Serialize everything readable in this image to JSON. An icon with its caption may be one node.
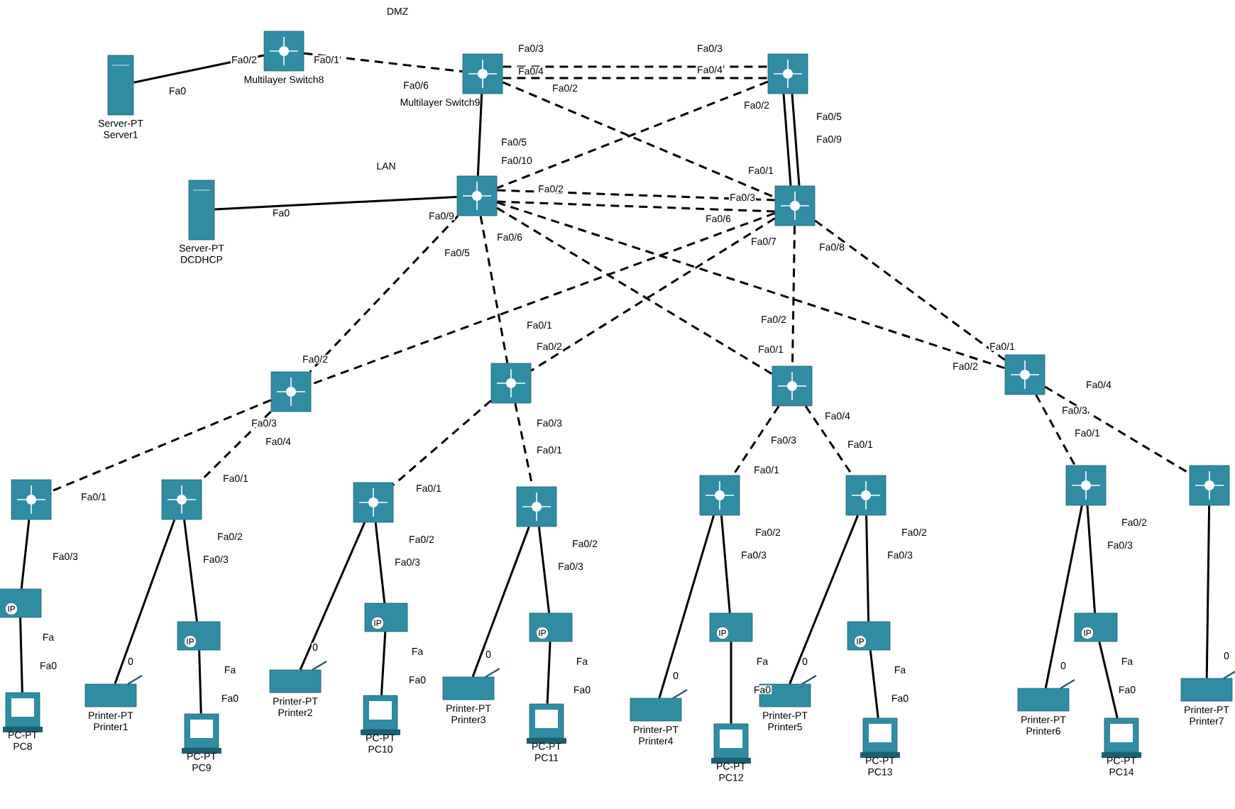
{
  "diagram": {
    "nodes": [
      {
        "text": [
          "Server-PT",
          "Server1"
        ]
      },
      {
        "text": [
          "Multilayer Switch8"
        ]
      },
      {
        "text": [
          "Multilayer Switch9"
        ]
      },
      {
        "text": [],
        "shape": "box"
      },
      {
        "text": [
          "Server-PT",
          "DCDHCP"
        ]
      },
      {
        "text": [],
        "shape": "box"
      },
      {
        "text": [],
        "shape": "box"
      },
      {
        "text": [],
        "shape": "box"
      },
      {
        "text": [],
        "shape": "box"
      },
      {
        "text": [],
        "shape": "box"
      },
      {
        "text": [],
        "shape": "box"
      },
      {
        "text": [],
        "shape": "box"
      },
      {
        "text": [],
        "shape": "box"
      },
      {
        "text": [],
        "shape": "box"
      },
      {
        "text": [],
        "shape": "box"
      },
      {
        "text": [],
        "shape": "box"
      },
      {
        "text": [],
        "shape": "box"
      },
      {
        "text": [],
        "shape": "box"
      },
      {
        "text": [],
        "shape": "box"
      },
      {
        "text": [
          "IP"
        ]
      },
      {
        "text": [
          "IP"
        ]
      },
      {
        "text": [
          "IP"
        ]
      },
      {
        "text": [
          "IP"
        ]
      },
      {
        "text": [
          "IP"
        ]
      },
      {
        "text": [
          "IP"
        ]
      },
      {
        "text": [
          "IP"
        ]
      },
      {
        "text": [
          "Printer-PT",
          "Printer1"
        ]
      },
      {
        "text": [
          "Printer-PT",
          "Printer2"
        ]
      },
      {
        "text": [
          "Printer-PT",
          "Printer3"
        ]
      },
      {
        "text": [
          "Printer-PT",
          "Printer4"
        ]
      },
      {
        "text": [
          "Printer-PT",
          "Printer5"
        ]
      },
      {
        "text": [
          "Printer-PT",
          "Printer6"
        ]
      },
      {
        "text": [
          "Printer-PT",
          "Printer7"
        ]
      },
      {
        "text": [
          "PC-PT",
          "PC8"
        ]
      },
      {
        "text": [
          "PC-PT",
          "PC9"
        ]
      },
      {
        "text": [
          "PC-PT",
          "PC10"
        ]
      },
      {
        "text": [
          "PC-PT",
          "PC11"
        ]
      },
      {
        "text": [
          "PC-PT",
          "PC12"
        ]
      },
      {
        "text": [
          "PC-PT",
          "PC13"
        ]
      },
      {
        "text": [
          "PC-PT",
          "PC14"
        ]
      }
    ],
    "edges": [
      {
        "from": 0,
        "to": 1,
        "arrow": "none"
      },
      {
        "from": 1,
        "to": 2,
        "arrow": "none",
        "style": "dashed"
      },
      {
        "from": 2,
        "to": 3,
        "arrow": "none",
        "style": "dashed"
      },
      {
        "from": 2,
        "to": 3,
        "arrow": "none",
        "style": "dashed"
      },
      {
        "from": 2,
        "to": 6,
        "arrow": "none",
        "style": "dashed"
      },
      {
        "from": 2,
        "to": 5,
        "arrow": "none"
      },
      {
        "from": 3,
        "to": 6,
        "arrow": "none"
      },
      {
        "from": 3,
        "to": 6,
        "arrow": "none"
      },
      {
        "from": 3,
        "to": 5,
        "arrow": "none",
        "style": "dashed"
      },
      {
        "from": 4,
        "to": 5,
        "arrow": "none"
      },
      {
        "from": 5,
        "to": 6,
        "arrow": "none",
        "style": "dashed"
      },
      {
        "from": 5,
        "to": 6,
        "arrow": "none",
        "style": "dashed"
      },
      {
        "from": 5,
        "to": 7,
        "arrow": "none",
        "style": "dashed"
      },
      {
        "from": 5,
        "to": 8,
        "arrow": "none",
        "style": "dashed"
      },
      {
        "from": 5,
        "to": 9,
        "arrow": "none",
        "style": "dashed"
      },
      {
        "from": 5,
        "to": 10,
        "arrow": "none",
        "style": "dashed"
      },
      {
        "from": 6,
        "to": 7,
        "arrow": "none",
        "style": "dashed"
      },
      {
        "from": 6,
        "to": 8,
        "arrow": "none",
        "style": "dashed"
      },
      {
        "from": 6,
        "to": 9,
        "arrow": "none",
        "style": "dashed"
      },
      {
        "from": 6,
        "to": 10,
        "arrow": "none",
        "style": "dashed"
      },
      {
        "from": 7,
        "to": 11,
        "arrow": "none",
        "style": "dashed"
      },
      {
        "from": 7,
        "to": 12,
        "arrow": "none",
        "style": "dashed"
      },
      {
        "from": 8,
        "to": 13,
        "arrow": "none",
        "style": "dashed"
      },
      {
        "from": 8,
        "to": 14,
        "arrow": "none",
        "style": "dashed"
      },
      {
        "from": 9,
        "to": 15,
        "arrow": "none",
        "style": "dashed"
      },
      {
        "from": 9,
        "to": 16,
        "arrow": "none",
        "style": "dashed"
      },
      {
        "from": 10,
        "to": 17,
        "arrow": "none",
        "style": "dashed"
      },
      {
        "from": 10,
        "to": 18,
        "arrow": "none",
        "style": "dashed"
      },
      {
        "from": 11,
        "to": 19,
        "arrow": "none"
      },
      {
        "from": 12,
        "to": 20,
        "arrow": "none"
      },
      {
        "from": 13,
        "to": 21,
        "arrow": "none"
      },
      {
        "from": 14,
        "to": 22,
        "arrow": "none"
      },
      {
        "from": 15,
        "to": 23,
        "arrow": "none"
      },
      {
        "from": 16,
        "to": 24,
        "arrow": "none"
      },
      {
        "from": 17,
        "to": 25,
        "arrow": "none"
      },
      {
        "from": 12,
        "to": 26,
        "arrow": "none"
      },
      {
        "from": 13,
        "to": 27,
        "arrow": "none"
      },
      {
        "from": 14,
        "to": 28,
        "arrow": "none"
      },
      {
        "from": 15,
        "to": 29,
        "arrow": "none"
      },
      {
        "from": 16,
        "to": 30,
        "arrow": "none"
      },
      {
        "from": 17,
        "to": 31,
        "arrow": "none"
      },
      {
        "from": 18,
        "to": 32,
        "arrow": "none"
      },
      {
        "from": 19,
        "to": 33,
        "arrow": "none"
      },
      {
        "from": 20,
        "to": 34,
        "arrow": "none"
      },
      {
        "from": 21,
        "to": 35,
        "arrow": "none"
      },
      {
        "from": 22,
        "to": 36,
        "arrow": "none"
      },
      {
        "from": 23,
        "to": 37,
        "arrow": "none"
      },
      {
        "from": 24,
        "to": 38,
        "arrow": "none"
      },
      {
        "from": 25,
        "to": 39,
        "arrow": "none"
      }
    ],
    "labels": [
      "DMZ",
      "LAN",
      "Fa0",
      "Fa0/2",
      "Fa0/1",
      "Fa0/6",
      "Fa0/3",
      "Fa0/4",
      "Fa0/2",
      "Fa0/5",
      "Fa0/10",
      "Fa0",
      "Fa0/9",
      "Fa0/2",
      "Fa0/5",
      "Fa0/6",
      "Fa0/1",
      "Fa0/3",
      "Fa0/4",
      "Fa0/2",
      "Fa0/5",
      "Fa0/9",
      "Fa0/1",
      "Fa0/3",
      "Fa0/6",
      "Fa0/7",
      "Fa0/8",
      "Fa0/2",
      "Fa0/1",
      "Fa0/2",
      "Fa0/2",
      "Fa0/1",
      "Fa0/2",
      "Fa0/4",
      "Fa0/3",
      "Fa0/1",
      "Fa0/3",
      "Fa0/4",
      "Fa0/1",
      "Fa0/1",
      "Fa0/1",
      "Fa0/3",
      "Fa0/1",
      "Fa0/4",
      "Fa0/3",
      "Fa0/1",
      "Fa0/1",
      "Fa0/3",
      "Fa",
      "Fa0",
      "Fa0/2",
      "Fa0/3",
      "Fa",
      "Fa0",
      "0",
      "Fa0/2",
      "Fa0/3",
      "Fa",
      "Fa0",
      "0",
      "Fa0/2",
      "Fa0/3",
      "Fa",
      "Fa0",
      "0",
      "Fa0/2",
      "Fa0/3",
      "Fa",
      "Fa0",
      "0",
      "Fa0/2",
      "Fa0/3",
      "Fa",
      "Fa0",
      "0",
      "Fa0/2",
      "Fa0/3",
      "Fa",
      "Fa0",
      "0",
      "0"
    ]
  }
}
